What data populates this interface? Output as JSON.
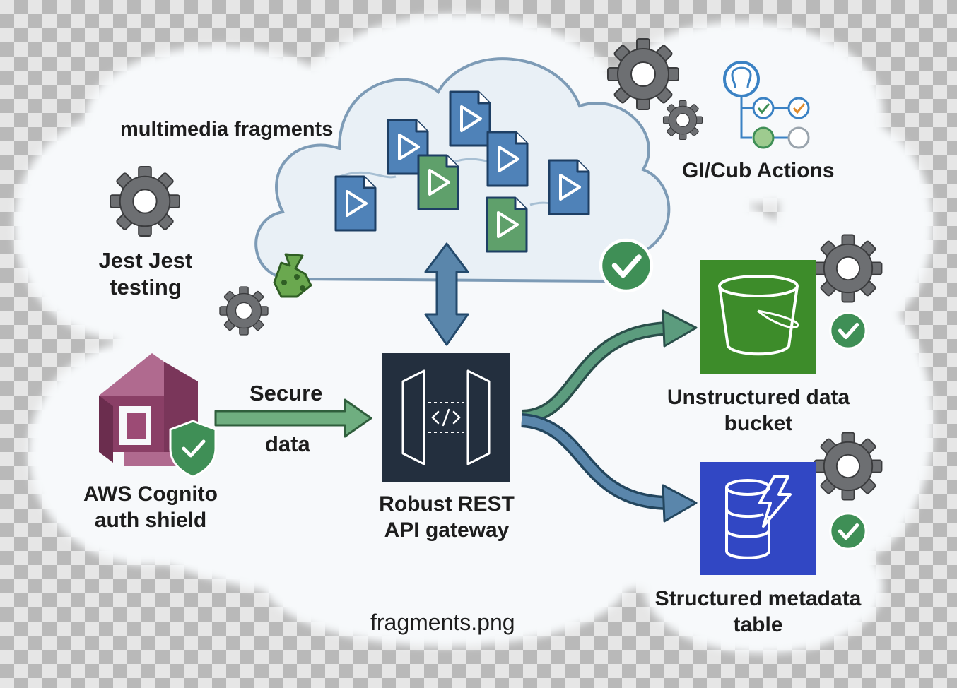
{
  "labels": {
    "multimedia": "multimedia fragments",
    "github_actions": "GI/Cub Actions",
    "jest_line1": "Jest Jest",
    "jest_line2": "testing",
    "secure": "Secure",
    "data": "data",
    "cognito_line1": "AWS Cognito",
    "cognito_line2": "auth shield",
    "gateway_line1": "Robust REST",
    "gateway_line2": "API gateway",
    "bucket_line1": "Unstructured data",
    "bucket_line2": "bucket",
    "table_line1": "Structured metadata",
    "table_line2": "table",
    "filename": "fragments.png"
  },
  "colors": {
    "cloud_fill": "#f7f9fb",
    "inner_cloud_fill": "#e9f0f6",
    "inner_cloud_stroke": "#7d9bb6",
    "file_blue": "#4f82b8",
    "file_green": "#5fa06b",
    "check_green": "#3f8f56",
    "gear_gray": "#6d6f72",
    "cognito_purple": "#8a3f66",
    "gateway_dark": "#232f3e",
    "s3_green": "#3d8c2a",
    "dynamo_blue": "#3147c4",
    "arrow_green": "#5c9c7e",
    "arrow_blue": "#5a86ab"
  },
  "icons": [
    "gear-icon",
    "check-badge-icon",
    "file-play-icon",
    "github-logo-icon",
    "workflow-icon",
    "jest-logo-icon",
    "cognito-logo-icon",
    "api-gateway-icon",
    "s3-bucket-icon",
    "dynamodb-icon"
  ]
}
